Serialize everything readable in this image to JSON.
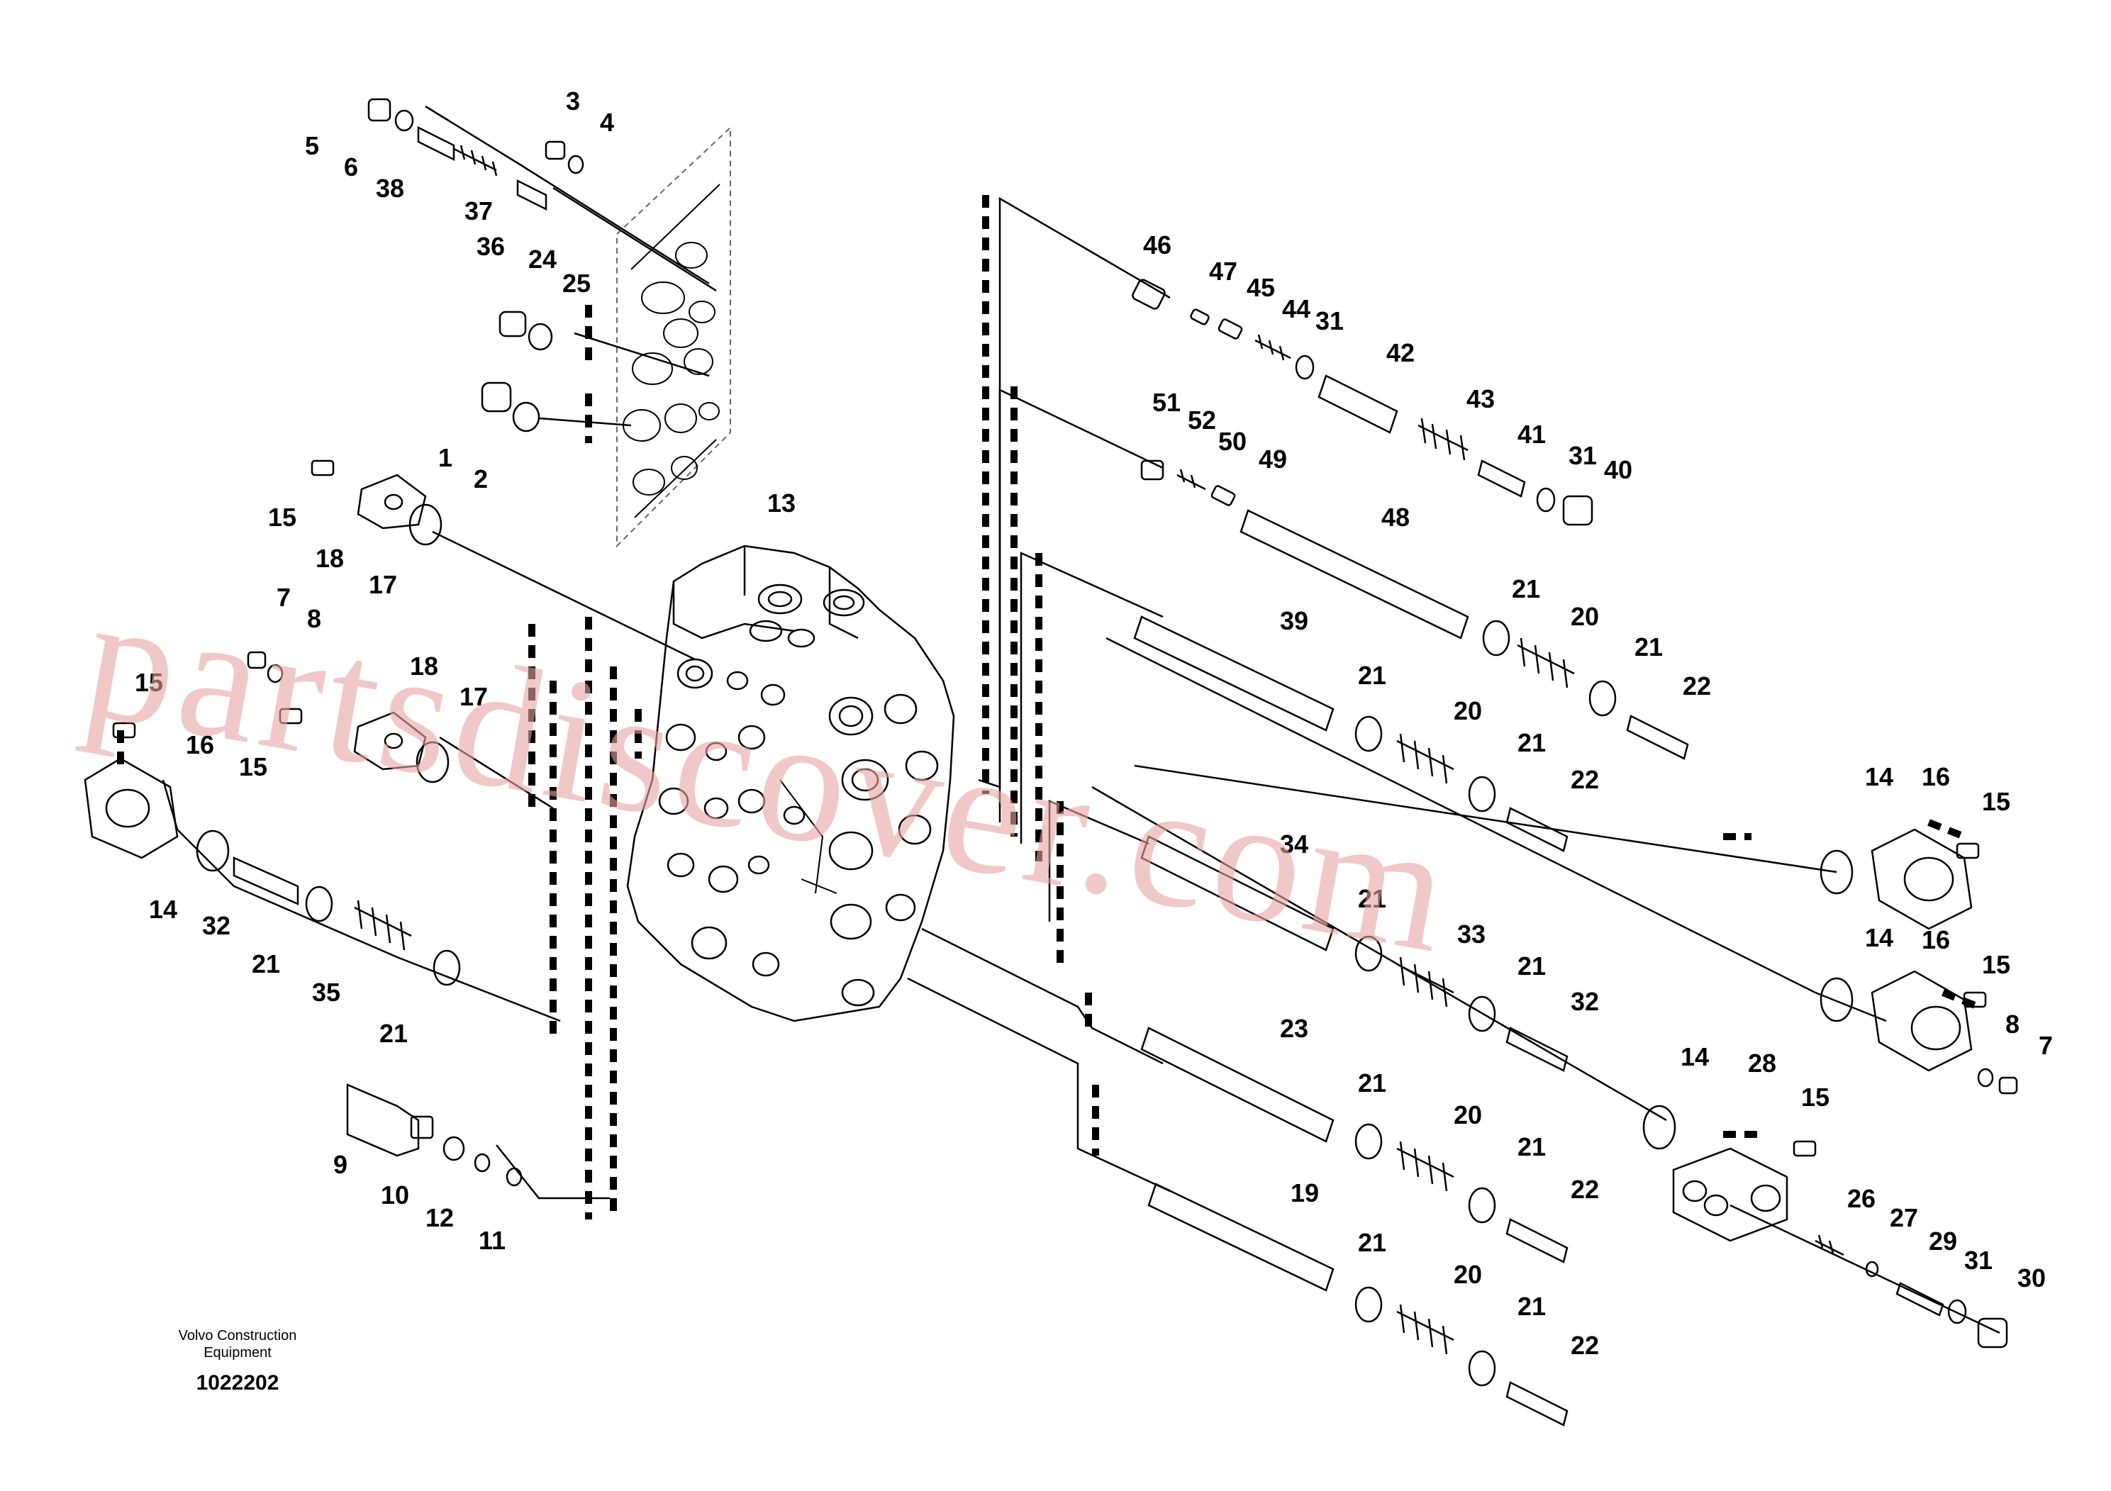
{
  "diagram": {
    "callouts": {
      "c1": "1",
      "c2": "2",
      "c3": "3",
      "c4": "4",
      "c5": "5",
      "c6": "6",
      "c7": "7",
      "c8": "8",
      "c9": "9",
      "c10": "10",
      "c11": "11",
      "c12": "12",
      "c13": "13",
      "c14": "14",
      "c15": "15",
      "c16": "16",
      "c17": "17",
      "c18": "18",
      "c19": "19",
      "c20": "20",
      "c21": "21",
      "c22": "22",
      "c23": "23",
      "c24": "24",
      "c25": "25",
      "c26": "26",
      "c27": "27",
      "c28": "28",
      "c29": "29",
      "c30": "30",
      "c31": "31",
      "c32": "32",
      "c33": "33",
      "c34": "34",
      "c35": "35",
      "c36": "36",
      "c37": "37",
      "c38": "38",
      "c39": "39",
      "c40": "40",
      "c41": "41",
      "c42": "42",
      "c43": "43",
      "c44": "44",
      "c45": "45",
      "c46": "46",
      "c47": "47",
      "c48": "48",
      "c49": "49",
      "c50": "50",
      "c51": "51",
      "c52": "52"
    },
    "footer": {
      "manufacturer_line1": "Volvo Construction",
      "manufacturer_line2": "Equipment",
      "drawing_number": "1022202"
    },
    "watermark": "partsdiscover.com"
  },
  "colors": {
    "line": "#000000",
    "watermark": "#e8a5a5",
    "background": "#ffffff"
  }
}
